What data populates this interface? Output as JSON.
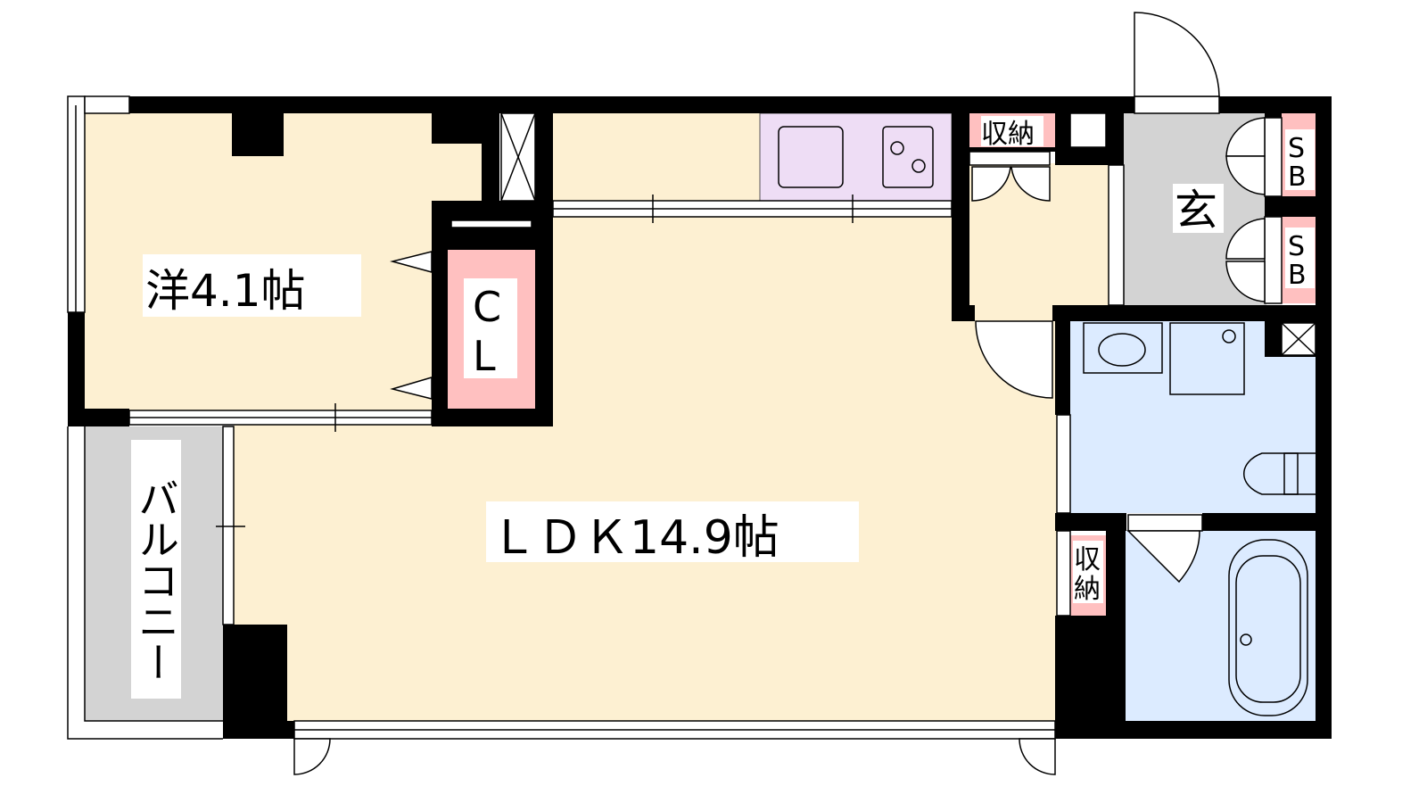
{
  "rooms": {
    "western": {
      "label": "洋4.1帖",
      "color": "#FDF0D2"
    },
    "ldk": {
      "label": "ＬＤＫ14.9帖",
      "color": "#FDF0D2"
    },
    "closet": {
      "label_c": "C",
      "label_l": "L",
      "color": "#FFC0C0"
    },
    "balcony": {
      "label": "バルコニー",
      "color": "#D3D3D3"
    },
    "entrance": {
      "label": "玄",
      "color": "#D3D3D3"
    },
    "storage_top": {
      "label": "収納",
      "color": "#FFC0C0"
    },
    "storage_side": {
      "label_1": "収",
      "label_2": "納"
    },
    "shoebox_1": {
      "label_s": "S",
      "label_b": "B"
    },
    "shoebox_2": {
      "label_s": "S",
      "label_b": "B"
    },
    "kitchen": {
      "color": "#EEDDF5"
    },
    "washroom": {
      "color": "#DCEBFF"
    },
    "bathroom": {
      "color": "#DCEBFF"
    }
  },
  "colors": {
    "wall": "#000000",
    "fixture": "#FFFFFF"
  }
}
